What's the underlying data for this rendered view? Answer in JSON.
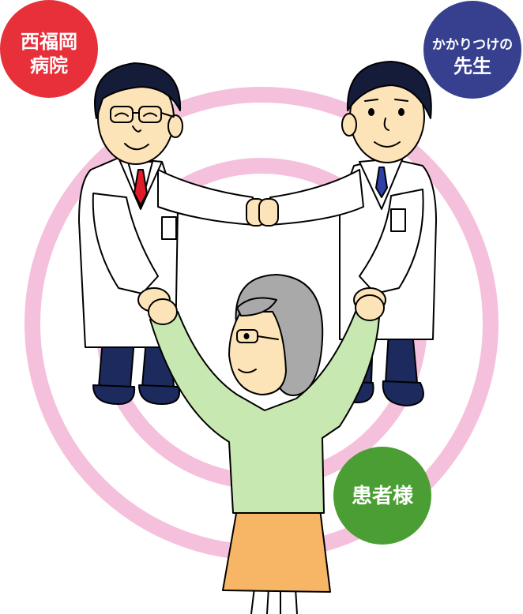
{
  "badges": {
    "hospital": {
      "line1": "西福岡",
      "line2": "病院",
      "color": "#e8303a"
    },
    "family_doctor": {
      "line1": "かかりつけの",
      "line2": "先生",
      "color": "#36408e"
    },
    "patient": {
      "label": "患者様",
      "color": "#4a9e33"
    }
  },
  "colors": {
    "ring": "#f5c0dc",
    "coat": "#ffffff",
    "pants": "#1d2a5e",
    "skin": "#fde3b8",
    "hair_doctor": "#151c3a",
    "hair_patient": "#a9a9a9",
    "sweater": "#c7e8b1",
    "skirt": "#f7b566",
    "tie_left": "#e01b2a",
    "tie_right": "#2e3fa6"
  }
}
